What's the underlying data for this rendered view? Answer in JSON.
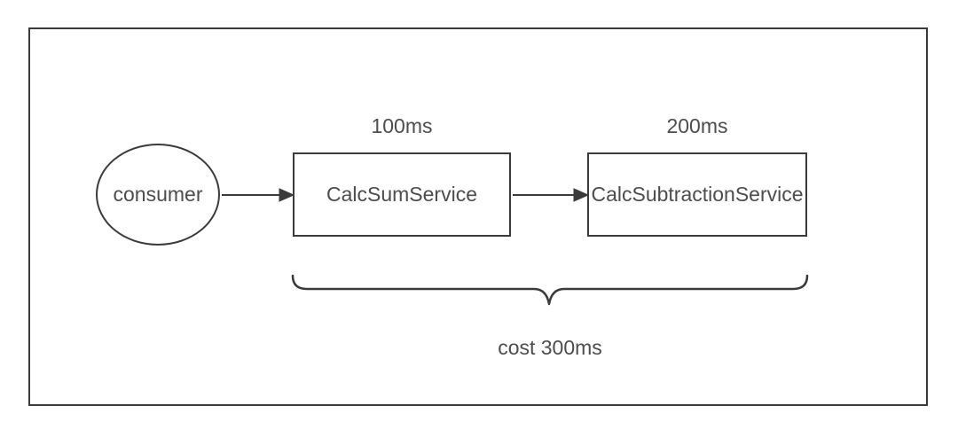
{
  "colors": {
    "background": "#ffffff",
    "stroke": "#3b3b3b",
    "text": "#4d4d4d"
  },
  "diagram": {
    "nodes": [
      {
        "id": "consumer",
        "shape": "ellipse",
        "label": "consumer"
      },
      {
        "id": "calc-sum-service",
        "shape": "rectangle",
        "label": "CalcSumService",
        "latency_label": "100ms"
      },
      {
        "id": "calc-subtraction-service",
        "shape": "rectangle",
        "label": "CalcSubtractionService",
        "latency_label": "200ms"
      }
    ],
    "edges": [
      {
        "from": "consumer",
        "to": "calc-sum-service",
        "style": "solid-arrow"
      },
      {
        "from": "calc-sum-service",
        "to": "calc-subtraction-service",
        "style": "solid-arrow"
      }
    ],
    "annotation": {
      "brace_label": "cost 300ms",
      "brace_spans": "calc-sum-service + calc-subtraction-service"
    }
  }
}
